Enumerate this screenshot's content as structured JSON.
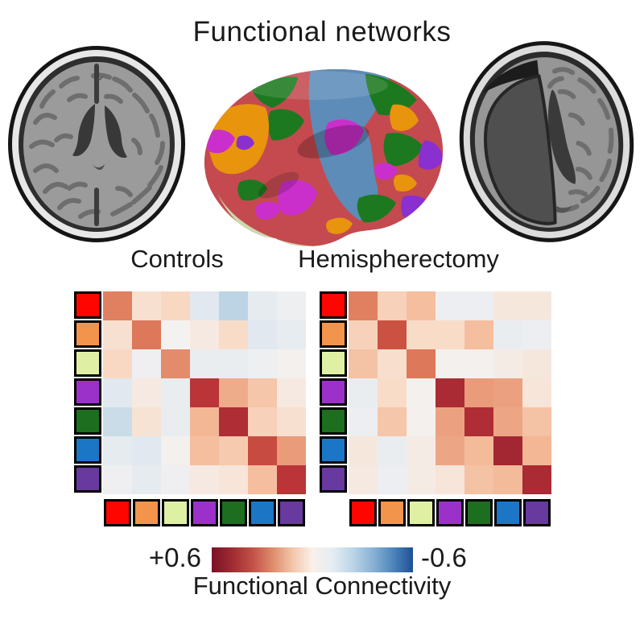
{
  "figure": {
    "title": "Functional networks",
    "panel_labels": {
      "controls": "Controls",
      "hemispherectomy": "Hemispherectomy"
    },
    "colorbar": {
      "max_label": "+0.6",
      "min_label": "-0.6",
      "title": "Functional Connectivity",
      "gradient": [
        "#7B1127",
        "#9E2B31",
        "#C05047",
        "#DE8A6B",
        "#F3C5A8",
        "#FAF0E9",
        "#E6EDF3",
        "#BCD5E7",
        "#8AB2D6",
        "#4E86BC",
        "#1D5096"
      ]
    },
    "networks": [
      {
        "name": "red",
        "color": "#FE0500"
      },
      {
        "name": "orange",
        "color": "#F2944B"
      },
      {
        "name": "lime",
        "color": "#DFF0A5"
      },
      {
        "name": "violet",
        "color": "#9C31C9"
      },
      {
        "name": "green",
        "color": "#1E6E1F"
      },
      {
        "name": "blue",
        "color": "#1B76C5"
      },
      {
        "name": "purple",
        "color": "#68399F"
      }
    ]
  },
  "colormap": {
    "vmax": 0.6,
    "positive_stops": [
      [
        0,
        "#F4F2F1"
      ],
      [
        0.167,
        "#F8DCC8"
      ],
      [
        0.333,
        "#F3B795"
      ],
      [
        0.5,
        "#E08060"
      ],
      [
        0.667,
        "#CF5A46"
      ],
      [
        0.833,
        "#BB3438"
      ],
      [
        1,
        "#A32732"
      ]
    ],
    "negative_stops": [
      [
        0,
        "#F0F0F1"
      ],
      [
        0.15,
        "#E6EBF0"
      ],
      [
        0.3,
        "#BCD4E4"
      ],
      [
        0.5,
        "#8FB8D8"
      ],
      [
        0.75,
        "#4E86BC"
      ],
      [
        1,
        "#205B9E"
      ]
    ]
  },
  "chart_data": [
    {
      "type": "heatmap",
      "title": "Controls",
      "rows": [
        "red",
        "orange",
        "lime",
        "violet",
        "green",
        "blue",
        "purple"
      ],
      "cols": [
        "red",
        "orange",
        "lime",
        "violet",
        "green",
        "blue",
        "purple"
      ],
      "vmin": -0.6,
      "vmax": 0.6,
      "values": [
        [
          0.3,
          0.08,
          0.11,
          -0.1,
          -0.18,
          -0.09,
          -0.02
        ],
        [
          0.08,
          0.32,
          0.0,
          0.04,
          0.1,
          -0.1,
          -0.08
        ],
        [
          0.11,
          -0.01,
          0.28,
          -0.05,
          -0.05,
          -0.02,
          0.01
        ],
        [
          -0.1,
          0.04,
          -0.06,
          0.5,
          0.22,
          0.16,
          0.04
        ],
        [
          -0.15,
          0.07,
          -0.05,
          0.2,
          0.55,
          0.13,
          0.08
        ],
        [
          -0.09,
          -0.1,
          0.01,
          0.18,
          0.15,
          0.44,
          0.25
        ],
        [
          -0.01,
          -0.09,
          -0.01,
          0.04,
          0.06,
          0.18,
          0.5
        ]
      ]
    },
    {
      "type": "heatmap",
      "title": "Hemispherectomy",
      "rows": [
        "red",
        "orange",
        "lime",
        "violet",
        "green",
        "blue",
        "purple"
      ],
      "cols": [
        "red",
        "orange",
        "lime",
        "violet",
        "green",
        "blue",
        "purple"
      ],
      "vmin": -0.6,
      "vmax": 0.6,
      "values": [
        [
          0.3,
          0.13,
          0.18,
          -0.04,
          -0.04,
          0.05,
          0.05
        ],
        [
          0.13,
          0.42,
          0.1,
          0.1,
          0.18,
          -0.05,
          -0.04
        ],
        [
          0.17,
          0.09,
          0.32,
          0.01,
          0.01,
          0.03,
          0.05
        ],
        [
          -0.05,
          0.1,
          0.01,
          0.57,
          0.25,
          0.24,
          0.06
        ],
        [
          -0.04,
          0.16,
          0.01,
          0.24,
          0.55,
          0.23,
          0.17
        ],
        [
          0.05,
          -0.05,
          0.03,
          0.23,
          0.19,
          0.6,
          0.2
        ],
        [
          0.04,
          -0.04,
          0.03,
          0.06,
          0.17,
          0.19,
          0.57
        ]
      ]
    }
  ]
}
